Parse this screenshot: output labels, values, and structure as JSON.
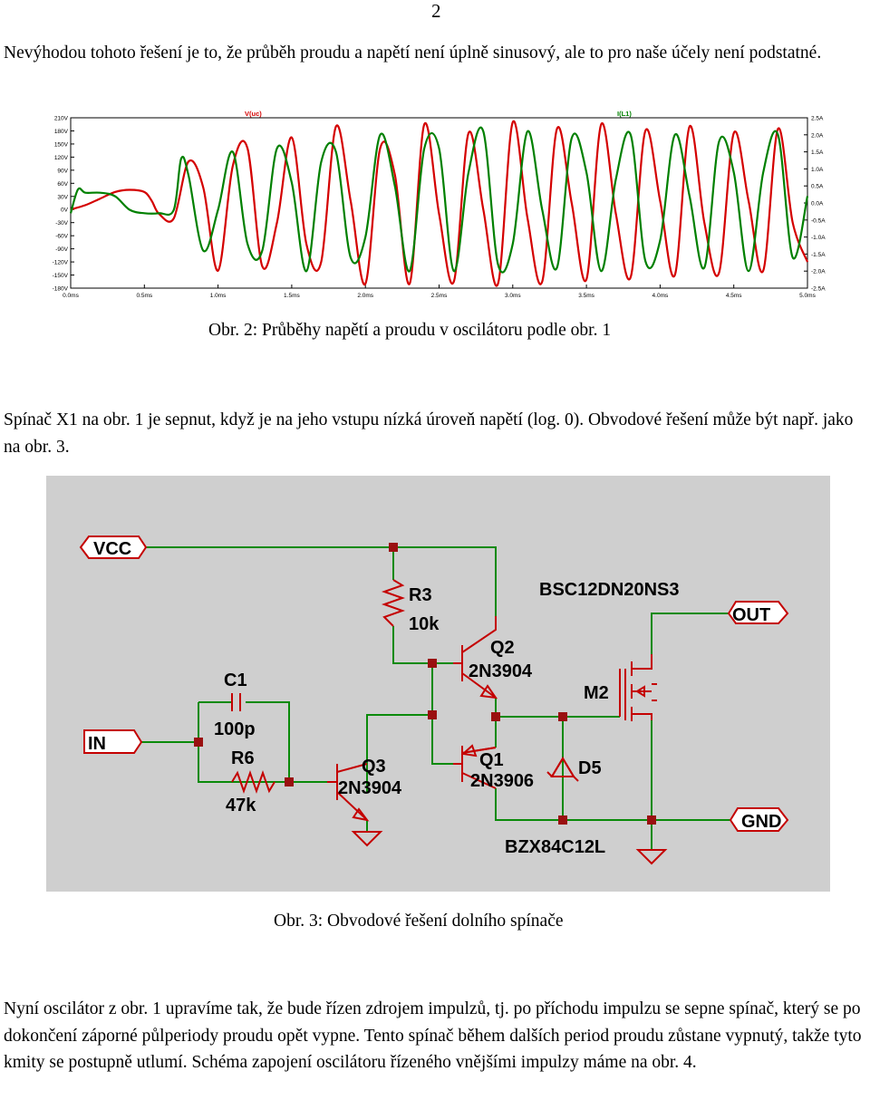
{
  "page_number": "2",
  "paragraphs": {
    "p1": "Nevýhodou tohoto řešení je to, že průběh proudu a napětí není úplně sinusový, ale to pro naše účely není podstatné.",
    "p2": "Spínač X1 na obr. 1 je sepnut, když je na jeho vstupu nízká úroveň napětí (log. 0). Obvodové řešení může být např. jako na obr. 3.",
    "p3": "Nyní oscilátor z obr. 1 upravíme tak, že bude řízen zdrojem impulzů, tj. po příchodu impulzu se sepne spínač, který se po dokončení záporné půlperiody proudu opět vypne. Tento spínač během dalších period proudu zůstane vypnutý, takže tyto kmity se postupně utlumí. Schéma zapojení oscilátoru řízeného vnějšími impulzy máme na obr. 4."
  },
  "captions": {
    "fig2": "Obr. 2: Průběhy napětí a proudu v oscilátoru podle obr. 1",
    "fig3": "Obr. 3: Obvodové řešení dolního spínače"
  },
  "chart_data": {
    "type": "line",
    "x_unit": "ms",
    "xlim": [
      0,
      5
    ],
    "x_ticks": [
      "0.0ms",
      "0.5ms",
      "1.0ms",
      "1.5ms",
      "2.0ms",
      "2.5ms",
      "3.0ms",
      "3.5ms",
      "4.0ms",
      "4.5ms",
      "5.0ms"
    ],
    "y_left": {
      "ticks": [
        "210V",
        "180V",
        "150V",
        "120V",
        "90V",
        "60V",
        "30V",
        "0V",
        "-30V",
        "-60V",
        "-90V",
        "-120V",
        "-150V",
        "-180V"
      ],
      "ylim": [
        -180,
        210
      ]
    },
    "y_right": {
      "ticks": [
        "2.5A",
        "2.0A",
        "1.5A",
        "1.0A",
        "0.5A",
        "0.0A",
        "-0.5A",
        "-1.0A",
        "-1.5A",
        "-2.0A",
        "-2.5A"
      ],
      "ylim": [
        -2.5,
        2.5
      ]
    },
    "grid": false,
    "series": [
      {
        "name": "V(uc)",
        "axis": "left",
        "color": "#d40000",
        "x": [
          0.0,
          0.1,
          0.2,
          0.3,
          0.4,
          0.5,
          0.55,
          0.6,
          0.7,
          0.8,
          0.9,
          1.0,
          1.1,
          1.2,
          1.3,
          1.4,
          1.5,
          1.6,
          1.7,
          1.8,
          1.9,
          2.0,
          2.1,
          2.2,
          2.3,
          2.4,
          2.5,
          2.6,
          2.7,
          2.8,
          2.9,
          3.0,
          3.1,
          3.2,
          3.3,
          3.4,
          3.5,
          3.6,
          3.7,
          3.8,
          3.9,
          4.0,
          4.1,
          4.2,
          4.3,
          4.4,
          4.5,
          4.6,
          4.7,
          4.8,
          4.9,
          5.0
        ],
        "y": [
          0,
          10,
          25,
          40,
          45,
          40,
          20,
          -10,
          -20,
          110,
          50,
          -140,
          100,
          140,
          -130,
          -30,
          165,
          -80,
          -120,
          190,
          20,
          -170,
          140,
          80,
          -170,
          195,
          -10,
          -165,
          175,
          0,
          -170,
          200,
          -20,
          -165,
          185,
          15,
          -160,
          195,
          -10,
          -155,
          180,
          20,
          -150,
          190,
          -30,
          -145,
          175,
          20,
          -140,
          185,
          -30,
          -120
        ]
      },
      {
        "name": "I(L1)",
        "axis": "right",
        "color": "#008000",
        "x": [
          0.0,
          0.05,
          0.1,
          0.2,
          0.3,
          0.4,
          0.5,
          0.6,
          0.7,
          0.75,
          0.8,
          0.9,
          1.0,
          1.1,
          1.2,
          1.3,
          1.4,
          1.5,
          1.6,
          1.7,
          1.8,
          1.9,
          2.0,
          2.1,
          2.2,
          2.3,
          2.4,
          2.5,
          2.6,
          2.7,
          2.8,
          2.9,
          3.0,
          3.1,
          3.2,
          3.3,
          3.4,
          3.5,
          3.6,
          3.7,
          3.8,
          3.9,
          4.0,
          4.1,
          4.2,
          4.3,
          4.4,
          4.5,
          4.6,
          4.7,
          4.8,
          4.9,
          5.0
        ],
        "y": [
          -0.3,
          0.4,
          0.3,
          0.3,
          0.2,
          -0.2,
          -0.3,
          -0.3,
          -0.2,
          1.3,
          0.8,
          -1.4,
          -0.2,
          1.5,
          -1.2,
          -1.4,
          1.6,
          0.6,
          -2.0,
          1.2,
          1.5,
          -1.6,
          -1.0,
          2.0,
          0.5,
          -2.0,
          1.6,
          1.6,
          -2.0,
          0.9,
          2.1,
          -1.8,
          -1.2,
          2.1,
          -0.2,
          -1.9,
          1.9,
          0.9,
          -2.0,
          0.7,
          2.0,
          -1.7,
          -1.1,
          2.0,
          0.2,
          -1.9,
          1.8,
          0.9,
          -2.0,
          0.9,
          2.0,
          -1.6,
          0.2
        ]
      }
    ]
  },
  "schematic": {
    "ports": {
      "vcc": "VCC",
      "in": "IN",
      "out": "OUT",
      "gnd": "GND"
    },
    "r3": {
      "ref": "R3",
      "value": "10k"
    },
    "c1": {
      "ref": "C1",
      "value": "100p"
    },
    "r6": {
      "ref": "R6",
      "value": "47k"
    },
    "q1": {
      "ref": "Q1",
      "model": "2N3906"
    },
    "q2": {
      "ref": "Q2",
      "model": "2N3904"
    },
    "q3": {
      "ref": "Q3",
      "model": "2N3904"
    },
    "m2": {
      "ref": "M2",
      "model": "BSC12DN20NS3"
    },
    "d5": {
      "ref": "D5",
      "model": "BZX84C12L"
    }
  }
}
